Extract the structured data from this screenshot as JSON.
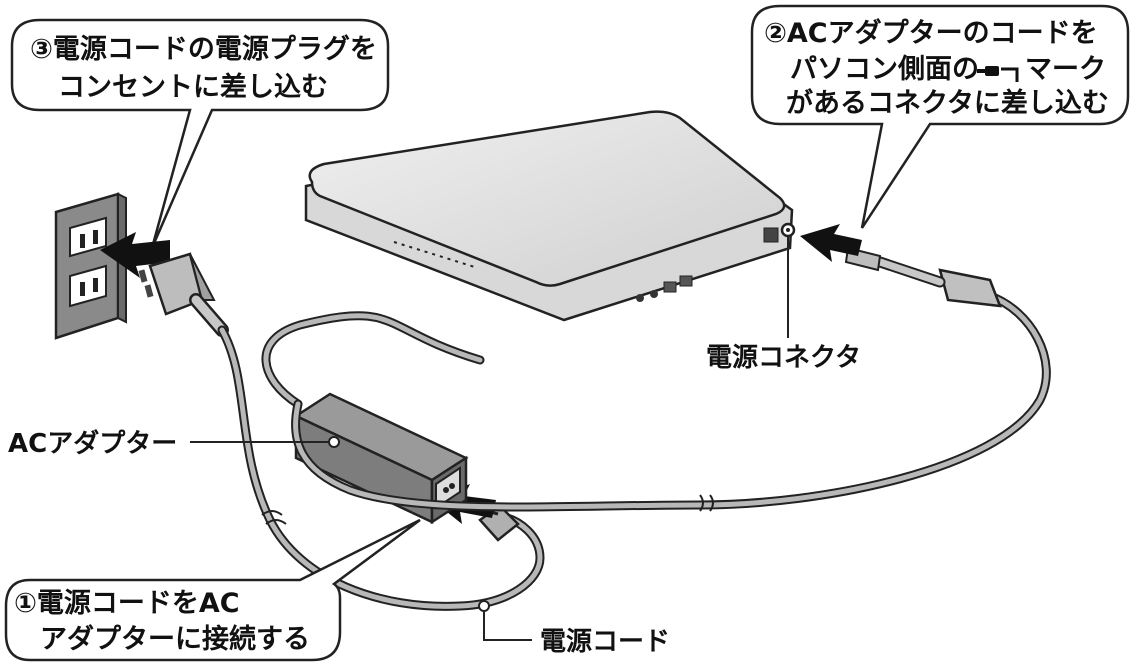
{
  "callouts": {
    "step3": {
      "line1": "③電源コードの電源プラグを",
      "line2": "コンセントに差し込む"
    },
    "step2": {
      "line1": "②ACアダプターのコードを",
      "line2": "パソコン側面の",
      "line2_after": "マーク",
      "line3": "があるコネクタに差し込む"
    },
    "step1": {
      "line1": "①電源コードをAC",
      "line2": "アダプターに接続する"
    }
  },
  "labels": {
    "power_connector": "電源コネクタ",
    "ac_adapter": "ACアダプター",
    "power_cord": "電源コード"
  },
  "colors": {
    "outline": "#222222",
    "outlet": "#8a8a8a",
    "adapter": "#7d7d7d",
    "laptop_lid": "#e2e2e2",
    "arrow": "#111111"
  },
  "icons": [
    "dc-in-mark-icon",
    "insert-arrow-icon"
  ]
}
